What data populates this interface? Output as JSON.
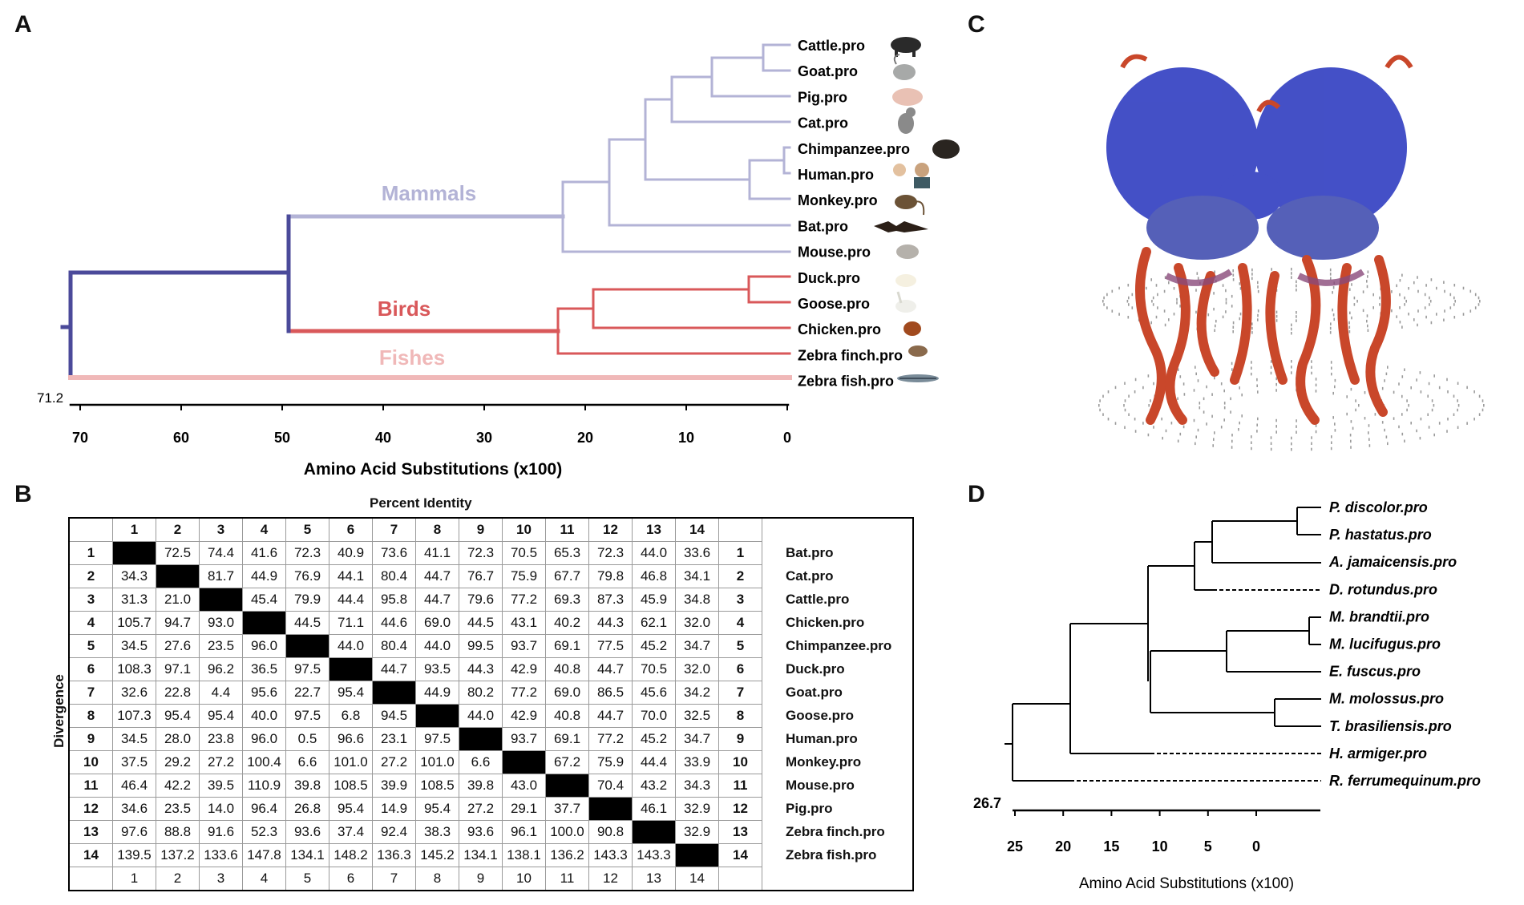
{
  "panels": {
    "a": "A",
    "b": "B",
    "c": "C",
    "d": "D"
  },
  "tree_a": {
    "root_value": "71.2",
    "axis_label": "Amino Acid Substitutions (x100)",
    "ticks": [
      "70",
      "60",
      "50",
      "40",
      "30",
      "20",
      "10",
      "0"
    ],
    "groups": {
      "mammals": "Mammals",
      "birds": "Birds",
      "fishes": "Fishes"
    },
    "taxa": [
      "Cattle.pro",
      "Goat.pro",
      "Pig.pro",
      "Cat.pro",
      "Chimpanzee.pro",
      "Human.pro",
      "Monkey.pro",
      "Bat.pro",
      "Mouse.pro",
      "Duck.pro",
      "Goose.pro",
      "Chicken.pro",
      "Zebra finch.pro",
      "Zebra fish.pro"
    ],
    "colors": {
      "root": "#4b4a9a",
      "mammals": "#b3b3d6",
      "birds": "#d9585a",
      "fishes": "#f0b8b8"
    }
  },
  "matrix": {
    "title": "Percent Identity",
    "side_label": "Divergence",
    "columns": [
      "1",
      "2",
      "3",
      "4",
      "5",
      "6",
      "7",
      "8",
      "9",
      "10",
      "11",
      "12",
      "13",
      "14"
    ],
    "rows": [
      {
        "n": "1",
        "name": "Bat.pro",
        "cells": [
          "",
          "72.5",
          "74.4",
          "41.6",
          "72.3",
          "40.9",
          "73.6",
          "41.1",
          "72.3",
          "70.5",
          "65.3",
          "72.3",
          "44.0",
          "33.6"
        ]
      },
      {
        "n": "2",
        "name": "Cat.pro",
        "cells": [
          "34.3",
          "",
          "81.7",
          "44.9",
          "76.9",
          "44.1",
          "80.4",
          "44.7",
          "76.7",
          "75.9",
          "67.7",
          "79.8",
          "46.8",
          "34.1"
        ]
      },
      {
        "n": "3",
        "name": "Cattle.pro",
        "cells": [
          "31.3",
          "21.0",
          "",
          "45.4",
          "79.9",
          "44.4",
          "95.8",
          "44.7",
          "79.6",
          "77.2",
          "69.3",
          "87.3",
          "45.9",
          "34.8"
        ]
      },
      {
        "n": "4",
        "name": "Chicken.pro",
        "cells": [
          "105.7",
          "94.7",
          "93.0",
          "",
          "44.5",
          "71.1",
          "44.6",
          "69.0",
          "44.5",
          "43.1",
          "40.2",
          "44.3",
          "62.1",
          "32.0"
        ]
      },
      {
        "n": "5",
        "name": "Chimpanzee.pro",
        "cells": [
          "34.5",
          "27.6",
          "23.5",
          "96.0",
          "",
          "44.0",
          "80.4",
          "44.0",
          "99.5",
          "93.7",
          "69.1",
          "77.5",
          "45.2",
          "34.7"
        ]
      },
      {
        "n": "6",
        "name": "Duck.pro",
        "cells": [
          "108.3",
          "97.1",
          "96.2",
          "36.5",
          "97.5",
          "",
          "44.7",
          "93.5",
          "44.3",
          "42.9",
          "40.8",
          "44.7",
          "70.5",
          "32.0"
        ]
      },
      {
        "n": "7",
        "name": "Goat.pro",
        "cells": [
          "32.6",
          "22.8",
          "4.4",
          "95.6",
          "22.7",
          "95.4",
          "",
          "44.9",
          "80.2",
          "77.2",
          "69.0",
          "86.5",
          "45.6",
          "34.2"
        ]
      },
      {
        "n": "8",
        "name": "Goose.pro",
        "cells": [
          "107.3",
          "95.4",
          "95.4",
          "40.0",
          "97.5",
          "6.8",
          "94.5",
          "",
          "44.0",
          "42.9",
          "40.8",
          "44.7",
          "70.0",
          "32.5"
        ]
      },
      {
        "n": "9",
        "name": "Human.pro",
        "cells": [
          "34.5",
          "28.0",
          "23.8",
          "96.0",
          "0.5",
          "96.6",
          "23.1",
          "97.5",
          "",
          "93.7",
          "69.1",
          "77.2",
          "45.2",
          "34.7"
        ]
      },
      {
        "n": "10",
        "name": "Monkey.pro",
        "cells": [
          "37.5",
          "29.2",
          "27.2",
          "100.4",
          "6.6",
          "101.0",
          "27.2",
          "101.0",
          "6.6",
          "",
          "67.2",
          "75.9",
          "44.4",
          "33.9"
        ]
      },
      {
        "n": "11",
        "name": "Mouse.pro",
        "cells": [
          "46.4",
          "42.2",
          "39.5",
          "110.9",
          "39.8",
          "108.5",
          "39.9",
          "108.5",
          "39.8",
          "43.0",
          "",
          "70.4",
          "43.2",
          "34.3"
        ]
      },
      {
        "n": "12",
        "name": "Pig.pro",
        "cells": [
          "34.6",
          "23.5",
          "14.0",
          "96.4",
          "26.8",
          "95.4",
          "14.9",
          "95.4",
          "27.2",
          "29.1",
          "37.7",
          "",
          "46.1",
          "32.9"
        ]
      },
      {
        "n": "13",
        "name": "Zebra finch.pro",
        "cells": [
          "97.6",
          "88.8",
          "91.6",
          "52.3",
          "93.6",
          "37.4",
          "92.4",
          "38.3",
          "93.6",
          "96.1",
          "100.0",
          "90.8",
          "",
          "32.9"
        ]
      },
      {
        "n": "14",
        "name": "Zebra fish.pro",
        "cells": [
          "139.5",
          "137.2",
          "133.6",
          "147.8",
          "134.1",
          "148.2",
          "136.3",
          "145.2",
          "134.1",
          "138.1",
          "136.2",
          "143.3",
          "143.3",
          ""
        ]
      }
    ]
  },
  "tree_d": {
    "root_value": "26.7",
    "axis_label": "Amino Acid Substitutions (x100)",
    "ticks": [
      "25",
      "20",
      "15",
      "10",
      "5",
      "0"
    ],
    "taxa": [
      "P. discolor.pro",
      "P. hastatus.pro",
      "A. jamaicensis.pro",
      "D. rotundus.pro",
      "M. brandtii.pro",
      "M. lucifugus.pro",
      "E. fuscus.pro",
      "M. molossus.pro",
      "T. brasiliensis.pro",
      "H. armiger.pro",
      "R. ferrumequinum.pro"
    ]
  },
  "colors": {
    "helix_blue": "#3a47c4",
    "helix_red": "#c9472a",
    "membrane": "#9a9a9a"
  }
}
